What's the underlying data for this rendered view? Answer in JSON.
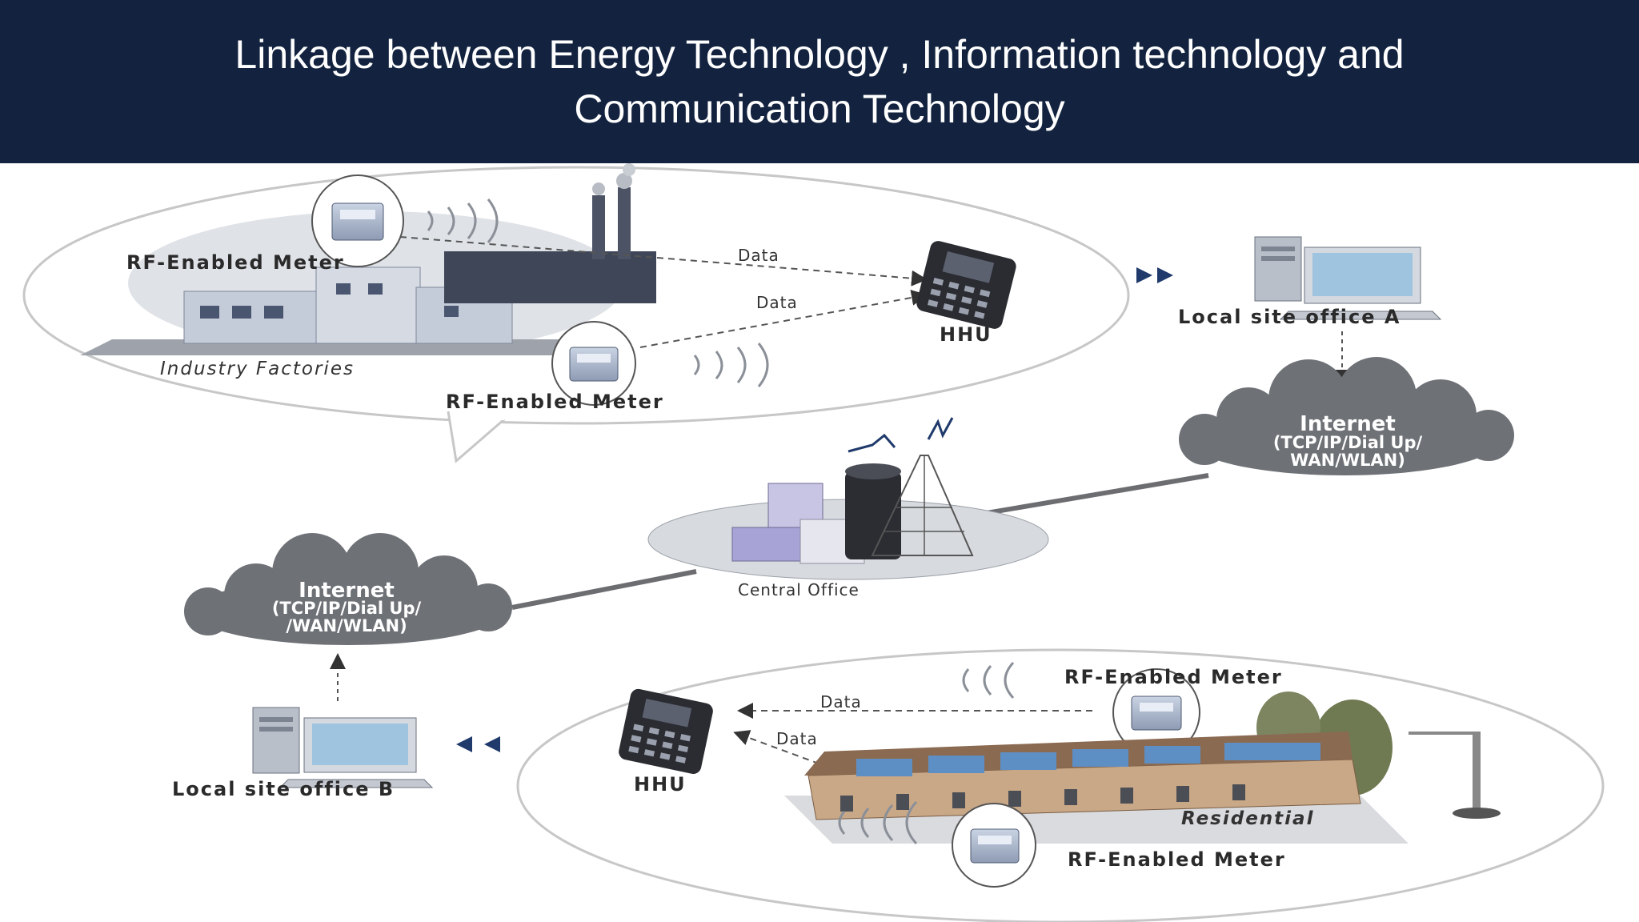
{
  "title": {
    "line1": "Linkage between Energy Technology , Information technology and",
    "line2": "Communication Technology"
  },
  "diagram": {
    "industry": {
      "meter_top": "RF-Enabled Meter",
      "meter_bottom": "RF-Enabled Meter",
      "factories": "Industry Factories",
      "data1": "Data",
      "data2": "Data",
      "hhu": "HHU"
    },
    "office_a": "Local site office A",
    "internet_right": {
      "title": "Internet",
      "line1": "(TCP/IP/Dial Up/",
      "line2": "WAN/WLAN)"
    },
    "central_office": "Central Office",
    "internet_left": {
      "title": "Internet",
      "line1": "(TCP/IP/Dial Up/",
      "line2": "/WAN/WLAN)"
    },
    "office_b": "Local site office B",
    "residential": {
      "meter_top": "RF-Enabled Meter",
      "meter_bottom": "RF-Enabled Meter",
      "label": "Residential",
      "data1": "Data",
      "data2": "Data",
      "hhu": "HHU"
    }
  },
  "colors": {
    "header_bg": "#13233f",
    "arrow": "#1f3a6b",
    "cloud": "#6e7176"
  }
}
